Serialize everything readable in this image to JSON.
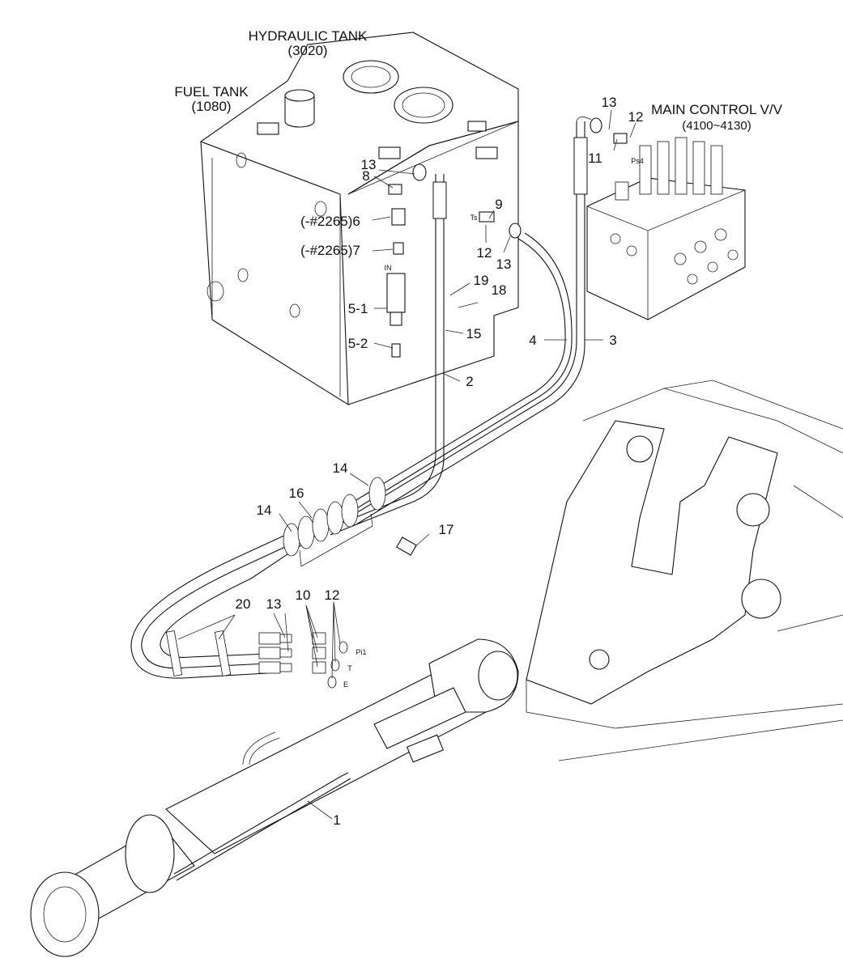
{
  "components": {
    "hydraulic_tank": {
      "name": "HYDRAULIC TANK",
      "ref": "(3020)"
    },
    "fuel_tank": {
      "name": "FUEL TANK",
      "ref": "(1080)"
    },
    "main_control_valve": {
      "name": "MAIN CONTROL V/V",
      "ref": "(4100~4130)"
    }
  },
  "callouts": {
    "c1": "1",
    "c2": "2",
    "c3": "3",
    "c4": "4",
    "c5_1": "5-1",
    "c5_2": "5-2",
    "c6": "(-#2265)6",
    "c7": "(-#2265)7",
    "c8": "8",
    "c9": "9",
    "c11": "11",
    "c12_top": "12",
    "c12_mid": "12",
    "c12_low": "12",
    "c13_top": "13",
    "c13_mcv": "13",
    "c13_mid": "13",
    "c13_low": "13",
    "c14_a": "14",
    "c14_b": "14",
    "c15": "15",
    "c16": "16",
    "c17": "17",
    "c18": "18",
    "c19": "19",
    "c10": "10",
    "c20": "20"
  },
  "port_marks": {
    "ps4": "Ps4",
    "ts": "Ts",
    "in": "IN",
    "pi1": "Pi1",
    "t": "T",
    "e": "E"
  }
}
